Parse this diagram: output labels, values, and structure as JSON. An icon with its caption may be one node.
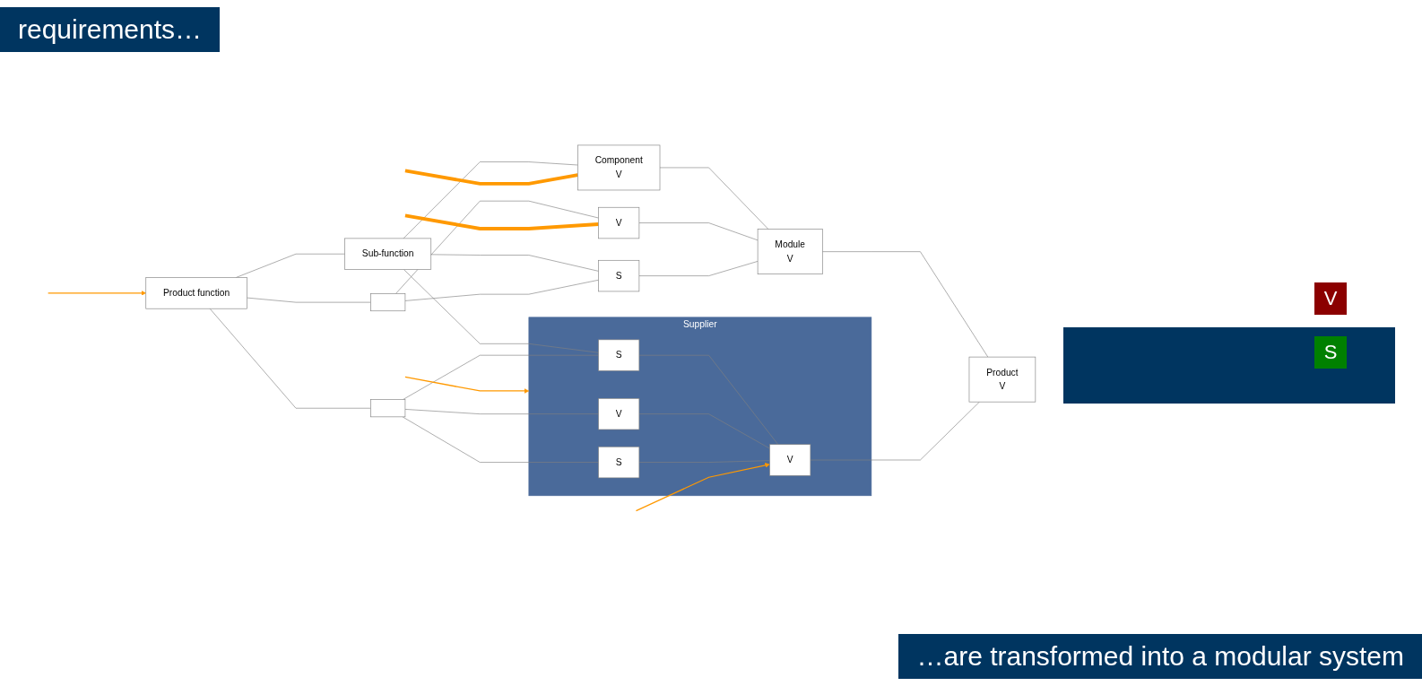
{
  "diagram": {
    "nodes": [
      {
        "text": [
          "Product function"
        ]
      },
      {
        "text": [
          "Sub-function"
        ]
      },
      {
        "text": [],
        "shape": "box"
      },
      {
        "text": [],
        "shape": "box"
      },
      {
        "text": [
          "Component",
          "V"
        ]
      },
      {
        "text": [
          "V"
        ]
      },
      {
        "text": [
          "S"
        ]
      },
      {
        "text": [
          "Supplier"
        ]
      },
      {
        "text": [
          "S"
        ],
        "in": 7
      },
      {
        "text": [
          "V"
        ],
        "in": 7
      },
      {
        "text": [
          "S"
        ],
        "in": 7
      },
      {
        "text": [
          "V"
        ],
        "in": 7
      },
      {
        "text": [
          "Module",
          "V"
        ]
      },
      {
        "text": [
          "Product",
          "V"
        ]
      }
    ],
    "edges": [
      {
        "from": 0,
        "to": 1,
        "arrow": "none"
      },
      {
        "from": 0,
        "to": 2,
        "arrow": "none"
      },
      {
        "from": 0,
        "to": 3,
        "arrow": "none"
      },
      {
        "from": 1,
        "to": 4,
        "arrow": "none"
      },
      {
        "from": 1,
        "to": 6,
        "arrow": "none"
      },
      {
        "from": 1,
        "to": 8,
        "arrow": "none"
      },
      {
        "from": 2,
        "to": 5,
        "arrow": "none"
      },
      {
        "from": 2,
        "to": 6,
        "arrow": "none"
      },
      {
        "from": 3,
        "to": 8,
        "arrow": "none"
      },
      {
        "from": 3,
        "to": 9,
        "arrow": "none"
      },
      {
        "from": 3,
        "to": 10,
        "arrow": "none"
      },
      {
        "from": 4,
        "to": 12,
        "arrow": "none"
      },
      {
        "from": 5,
        "to": 12,
        "arrow": "none"
      },
      {
        "from": 6,
        "to": 12,
        "arrow": "none"
      },
      {
        "from": 8,
        "to": 11,
        "arrow": "none"
      },
      {
        "from": 9,
        "to": 11,
        "arrow": "none"
      },
      {
        "from": 10,
        "to": 11,
        "arrow": "none"
      },
      {
        "from": 12,
        "to": 13,
        "arrow": "none"
      },
      {
        "from": 11,
        "to": 13,
        "arrow": "none"
      },
      {
        "from": null,
        "to": 0,
        "arrow": "to",
        "color": "#ff9900"
      },
      {
        "from": null,
        "to": 7,
        "arrow": "to",
        "color": "#ff9900"
      },
      {
        "from": null,
        "to": 11,
        "arrow": "to",
        "color": "#ff9900"
      },
      {
        "from": null,
        "to": 4,
        "arrow": "none",
        "style": "thick",
        "color": "#ff9900"
      },
      {
        "from": null,
        "to": 5,
        "arrow": "none",
        "style": "thick",
        "color": "#ff9900"
      }
    ],
    "labels": [
      "requirements…",
      "…are transformed into a modular system",
      "V",
      "S"
    ]
  }
}
